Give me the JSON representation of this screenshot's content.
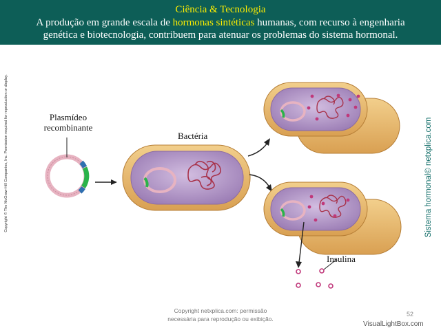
{
  "header": {
    "kicker": "Ciência & Tecnologia",
    "line1_pre": "A produção em grande escala de ",
    "line1_highlight": "hormonas sintéticas",
    "line1_post": " humanas, com recurso à engenharia",
    "line2": "genética e biotecnologia, contribuem para atenuar os problemas do sistema hormonal."
  },
  "diagram": {
    "plasmid_label_1": "Plasmídeo",
    "plasmid_label_2": "recombinante",
    "bacteria_label": "Bactéria",
    "insulin_label": "Insulina",
    "side_copyright": "Copyright © The McGraw-Hill Companies, Inc. Permission required for reproduction or display.",
    "side_site": "Sistema hormonal© netxplica.com"
  },
  "footer": {
    "copyright_1": "Copyright netxplica.com: permissão",
    "copyright_2": "necessária para reprodução ou exibição.",
    "slide_number": "52",
    "watermark": "VisualLightBox.com"
  },
  "colors": {
    "header_bg": "#0d5e57",
    "highlight": "#ffee00",
    "cell_wall": "#e8b86a",
    "cytoplasm": "#b79ac9",
    "plasmid_ring": "#e6b7c2",
    "insert_green": "#2bb34a",
    "insulin_dot": "#c0387a"
  }
}
